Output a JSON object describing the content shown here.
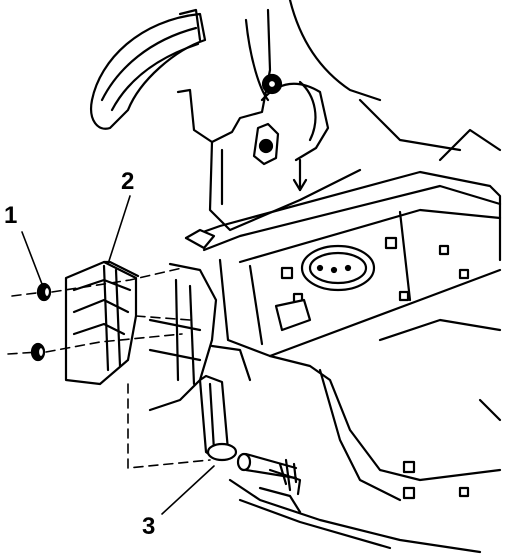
{
  "diagram": {
    "line_color": "#000000",
    "background": "#ffffff",
    "callouts": {
      "part_1": "1",
      "part_2": "2",
      "part_3": "3"
    },
    "icons": [
      "nut-icon",
      "bracket-icon",
      "bolt-icon"
    ]
  }
}
